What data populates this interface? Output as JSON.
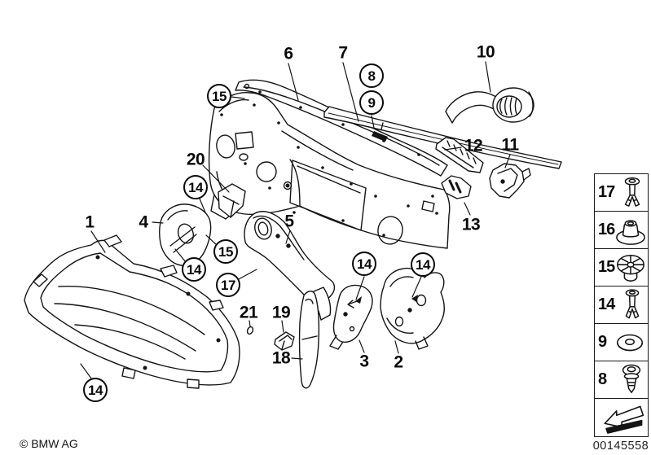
{
  "footer": {
    "copyright": "© BMW AG",
    "diagram_number": "00145558"
  },
  "callouts": {
    "plain": [
      {
        "text": "6"
      },
      {
        "text": "7"
      },
      {
        "text": "10"
      },
      {
        "text": "12"
      },
      {
        "text": "11"
      },
      {
        "text": "13"
      },
      {
        "text": "20"
      },
      {
        "text": "1"
      },
      {
        "text": "4"
      },
      {
        "text": "5"
      },
      {
        "text": "21"
      },
      {
        "text": "19"
      },
      {
        "text": "18"
      },
      {
        "text": "3"
      },
      {
        "text": "2"
      }
    ],
    "circled": [
      {
        "text": "15"
      },
      {
        "text": "8"
      },
      {
        "text": "9"
      },
      {
        "text": "14"
      },
      {
        "text": "15"
      },
      {
        "text": "14"
      },
      {
        "text": "17"
      },
      {
        "text": "14"
      },
      {
        "text": "14"
      },
      {
        "text": "14"
      }
    ]
  },
  "legend": {
    "items": [
      {
        "label": "17",
        "icon": "expanding-rivet-icon"
      },
      {
        "label": "16",
        "icon": "plastic-nut-icon"
      },
      {
        "label": "15",
        "icon": "spoked-nut-icon"
      },
      {
        "label": "14",
        "icon": "expanding-rivet-icon"
      },
      {
        "label": "9",
        "icon": "washer-icon"
      },
      {
        "label": "8",
        "icon": "trim-clip-icon"
      }
    ]
  },
  "colors": {
    "line": "#141414",
    "background": "#ffffff"
  }
}
